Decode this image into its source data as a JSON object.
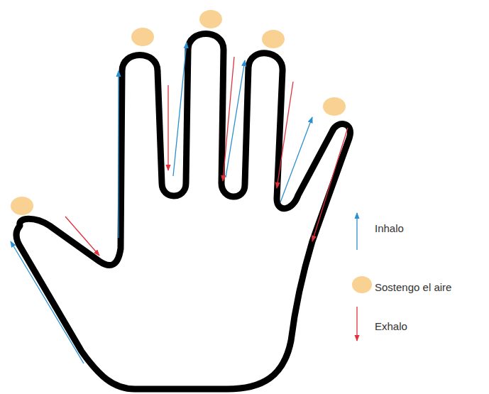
{
  "diagram": {
    "legend": [
      {
        "text": "Inhalo"
      },
      {
        "text": "Sostengo el aire",
        "color": "#f9d293"
      },
      {
        "text": "Exhalo"
      }
    ]
  }
}
